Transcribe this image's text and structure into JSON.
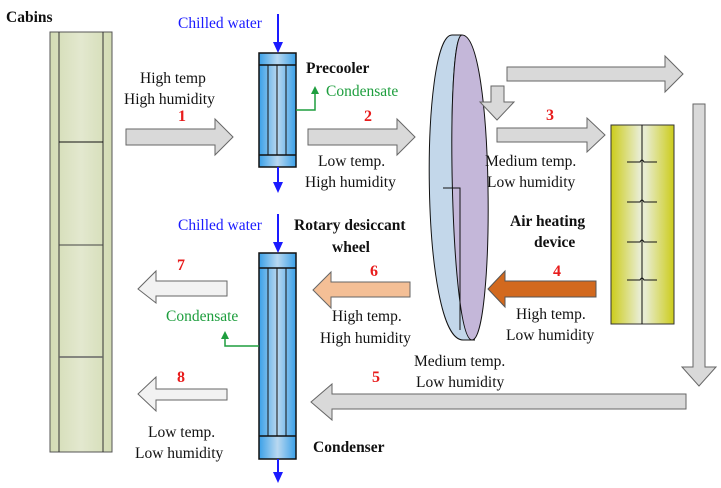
{
  "diagram": {
    "type": "flow",
    "components": {
      "cabins": "Cabins",
      "precooler": "Precooler",
      "wheel": [
        "Rotary desiccant",
        "wheel"
      ],
      "heater": [
        "Air heating",
        "device"
      ],
      "condenser": "Condenser"
    },
    "utility_labels": {
      "chilled_water_top": "Chilled water",
      "chilled_water_bottom": "Chilled water",
      "condensate_top": "Condensate",
      "condensate_bottom": "Condensate"
    },
    "streams": [
      {
        "id": "1",
        "lines": [
          "High temp",
          "High humidity"
        ]
      },
      {
        "id": "2",
        "lines": [
          "Low temp.",
          "High humidity"
        ]
      },
      {
        "id": "3",
        "lines": [
          "Medium temp.",
          "Low humidity"
        ]
      },
      {
        "id": "4",
        "lines": [
          "High temp.",
          "Low humidity"
        ]
      },
      {
        "id": "5",
        "lines": [
          "Medium temp.",
          "Low humidity"
        ]
      },
      {
        "id": "6",
        "lines": [
          "High temp.",
          "High humidity"
        ]
      },
      {
        "id": "7",
        "lines": []
      },
      {
        "id": "8",
        "lines": [
          "Low temp.",
          "Low humidity"
        ]
      }
    ],
    "colors": {
      "stream_number": "#e81c1c",
      "chilled_water": "#1a1aff",
      "condensate": "#1e9e3e",
      "arrow_gray": "#d9d9d9",
      "arrow_hot": "#d2691e",
      "arrow_warm": "#f4bf96",
      "arrow_light": "#f2f2f2"
    }
  }
}
